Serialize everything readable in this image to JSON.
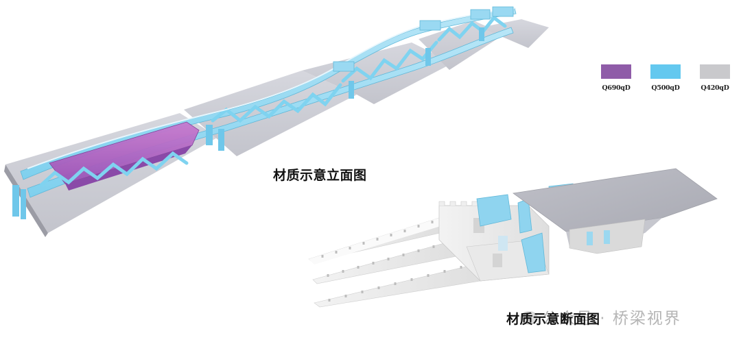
{
  "legend": [
    {
      "label": "Q690qD",
      "color": "#8f5ca8"
    },
    {
      "label": "Q500qD",
      "color": "#63c8ef"
    },
    {
      "label": "Q420qD",
      "color": "#c9c9cc"
    }
  ],
  "captions": {
    "elevation": "材质示意立面图",
    "section": "材质示意断面图"
  },
  "watermark": {
    "text": "公众号 · 桥梁视界"
  }
}
